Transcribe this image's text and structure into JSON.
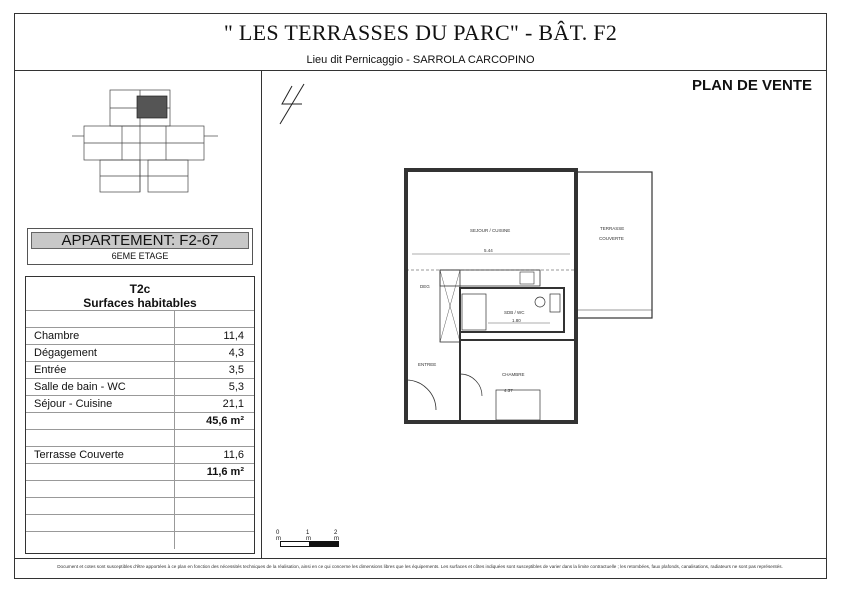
{
  "header": {
    "title": "\" LES TERRASSES DU PARC\" - BÂT. F2",
    "subtitle": "Lieu dit Pernicaggio - SARROLA CARCOPINO",
    "plan_label": "PLAN DE VENTE"
  },
  "apartment": {
    "name": "APPARTEMENT: F2-67",
    "floor": "6EME ETAGE"
  },
  "surfaces": {
    "type": "T2c",
    "heading": "Surfaces habitables",
    "rooms": [
      {
        "label": "Chambre",
        "value": "11,4"
      },
      {
        "label": "Dégagement",
        "value": "4,3"
      },
      {
        "label": "Entrée",
        "value": "3,5"
      },
      {
        "label": "Salle de bain - WC",
        "value": "5,3"
      },
      {
        "label": "Séjour - Cuisine",
        "value": "21,1"
      }
    ],
    "total": "45,6 m²",
    "terrace": {
      "label": "Terrasse Couverte",
      "value": "11,6"
    },
    "terrace_total": "11,6 m²"
  },
  "plan": {
    "sejour_label": "SEJOUR / CUISINE",
    "terrasse_label_1": "TERRASSE",
    "terrasse_label_2": "COUVERTE",
    "sdb_label": "SDB / WC",
    "chambre_label": "CHAMBRE",
    "entree_label": "ENTREE",
    "deg_label": "DEG",
    "dim_sejour": "5.44",
    "dim_sdb": "1.80",
    "dim_chambre": "4.37"
  },
  "scale": {
    "s0": "0 m",
    "s1": "1 m",
    "s2": "2 m"
  },
  "footnote": "Document et cotes sont susceptibles d'être apportées à ce plan en fonction des nécessités techniques de la réalisation, ainsi en ce qui concerne les dimensions libres que les équipements. Les surfaces et côtes indiquées sont susceptibles de varier dans la limite contractuelle ; les retombées, faux plafonds, canalisations, radiateurs ne sont pas représentés."
}
